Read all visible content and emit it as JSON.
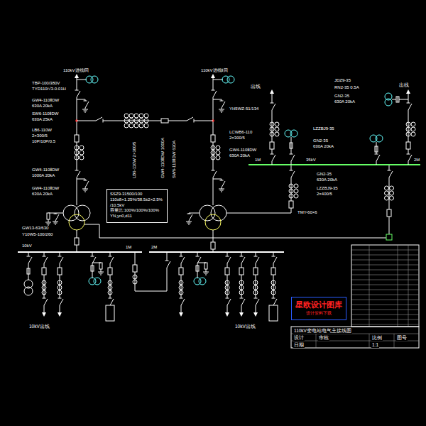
{
  "diagram": {
    "nodes": [
      {
        "text": [
          "SSZ9-31500/100",
          "110±8×1.25%/38.5±2×2.5%",
          "/10.5kV",
          "容量比:100%/100%/100%",
          "YN,yn0,d11"
        ]
      },
      {
        "text": [
          "星欧设计图库",
          "设计资料下载"
        ]
      }
    ],
    "labels": [
      "110kV进线Ⅰ回",
      "110kV进线Ⅱ回",
      "TBP-100/380V",
      "TYD110/√3-0.01H",
      "GW4-110ⅡDW",
      "630A 20kA",
      "SW6-110ⅡDW",
      "630A 25kA",
      "LB6-110W",
      "2×300/5",
      "10P/10P/0.5",
      "GW4-110ⅡDW",
      "1000A 20kA",
      "GW4-110ⅡDW",
      "630A 20kA",
      "GW13-63/630",
      "Y10W5-100/260",
      "LB6-110W 2×300/5",
      "GW4-110ⅡDW 1000A",
      "SW6-110ⅡDW 630A",
      "YH5WZ-51/134",
      "LCWB6-110",
      "2×300/5",
      "GW4-110ⅡDW",
      "630A 20kA",
      "出线",
      "JDZ9-35",
      "RN2-35 0.5A",
      "GN2-35",
      "630A 20kA",
      "出线",
      "LZZBJ9-35",
      "GN2-35",
      "630A 20kA",
      "1M",
      "35kV",
      "2M",
      "GN2-35",
      "630A 20kA",
      "LZZBJ9-35",
      "2×400/5",
      "TMY-60×6",
      "10kV",
      "1M",
      "2M",
      "10kV出线",
      "10kV出线",
      "110kV变电站电气主接线图",
      "设计",
      "审核",
      "比例",
      "图号",
      "日期",
      "1:1"
    ]
  }
}
